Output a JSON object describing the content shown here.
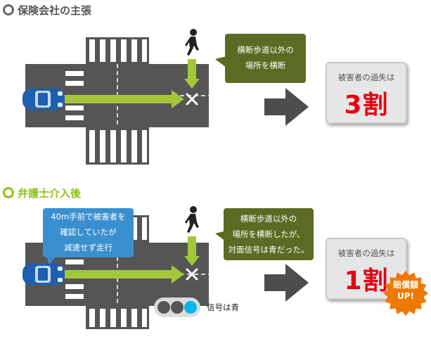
{
  "before": {
    "title": "保険会社の主張",
    "bubble_lines": [
      "横断歩道以外の",
      "場所を横断"
    ],
    "result_label": "被害者の過失は",
    "result_value": "3割"
  },
  "after": {
    "title": "弁護士介入後",
    "car_bubble_lines": [
      "40m手前で被害者を",
      "確認していたが",
      "減速せず走行"
    ],
    "bubble_lines": [
      "横断歩道以外の",
      "場所を横断したが、",
      "対面信号は青だった。"
    ],
    "result_label": "被害者の過失は",
    "result_value": "1割",
    "badge_lines": [
      "賠償額",
      "UP!"
    ],
    "signal_caption": "信号は青"
  },
  "colors": {
    "before_accent": "#666666",
    "after_accent": "#8dc21f",
    "bubble_green": "#5b6b23",
    "bubble_blue": "#3a8fcf",
    "road": "#555555",
    "arrow_green": "#a6c63a",
    "result_red": "#e60012",
    "badge_orange": "#ee7800",
    "signal_lit": "#00b7ee"
  }
}
